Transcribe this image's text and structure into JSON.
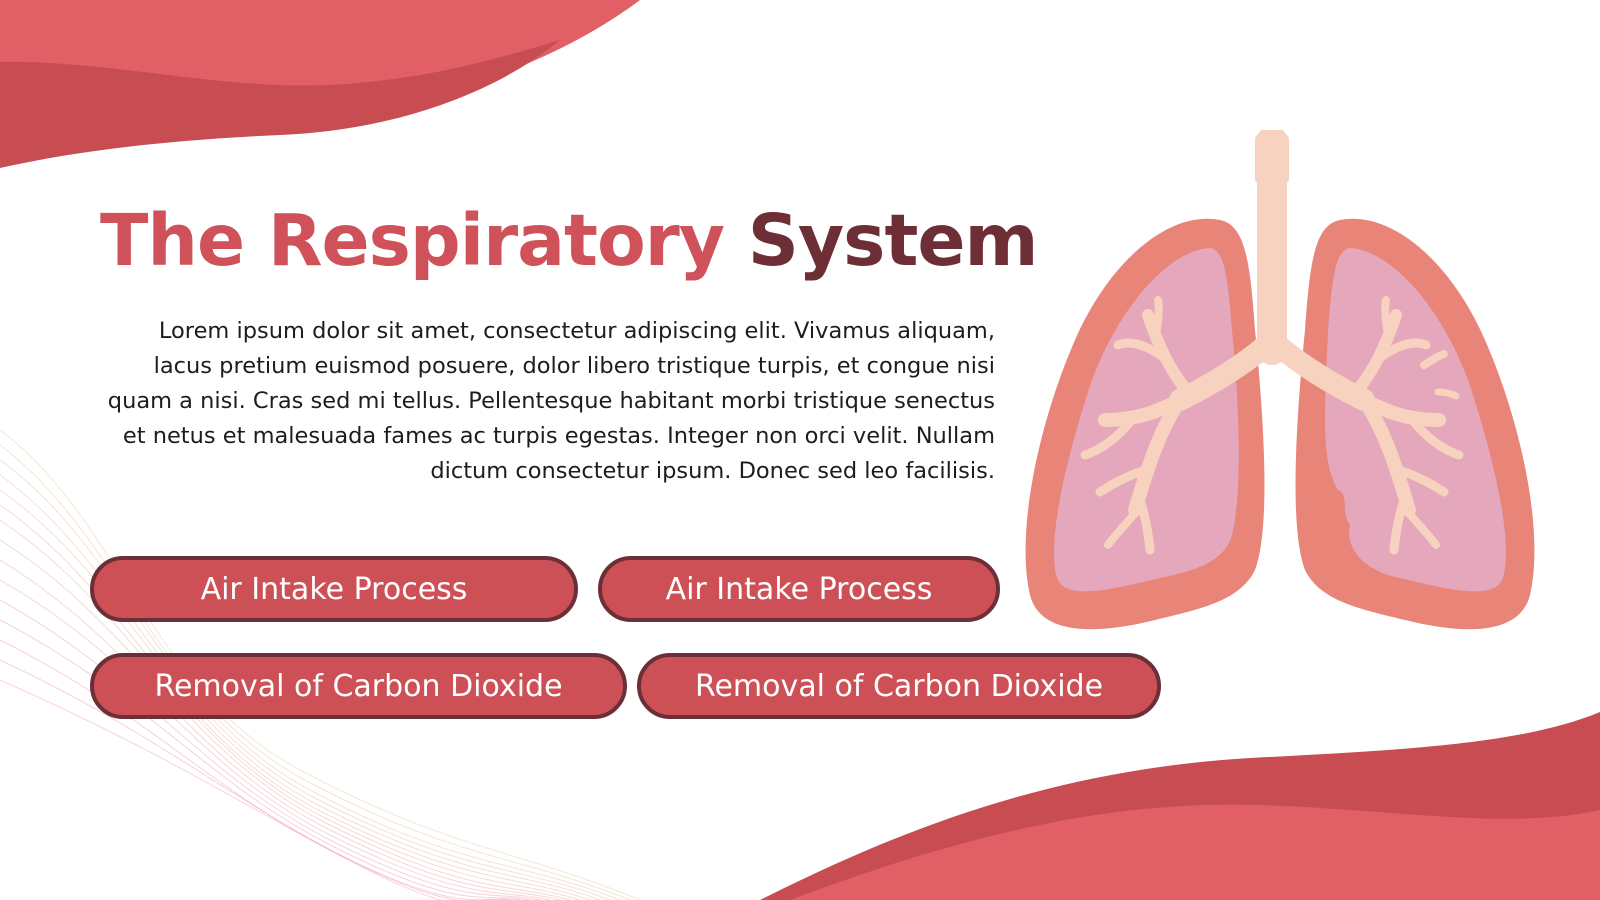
{
  "slide": {
    "title_part1": "The Respiratory",
    "title_part2": "System",
    "body": "Lorem ipsum dolor sit amet, consectetur adipiscing elit. Vivamus aliquam, lacus pretium euismod posuere, dolor libero tristique turpis, et congue nisi quam a nisi. Cras sed mi tellus. Pellentesque habitant morbi tristique senectus et netus et malesuada fames ac turpis egestas. Integer non orci velit. Nullam dictum consectetur ipsum. Donec sed leo facilisis.",
    "buttons": [
      {
        "label": "Air Intake Process"
      },
      {
        "label": "Air Intake Process"
      },
      {
        "label": "Removal of Carbon Dioxide"
      },
      {
        "label": "Removal of Carbon Dioxide"
      }
    ]
  },
  "illustration": {
    "icon": "lungs-icon"
  },
  "colors": {
    "accent": "#cf5159",
    "accent_dark": "#6e2e35",
    "wave_light": "#e06065",
    "wave_dark": "#c84d53",
    "lung_outer": "#e98478",
    "lung_inner": "#e5a7bb",
    "airway": "#f6d2bf"
  }
}
